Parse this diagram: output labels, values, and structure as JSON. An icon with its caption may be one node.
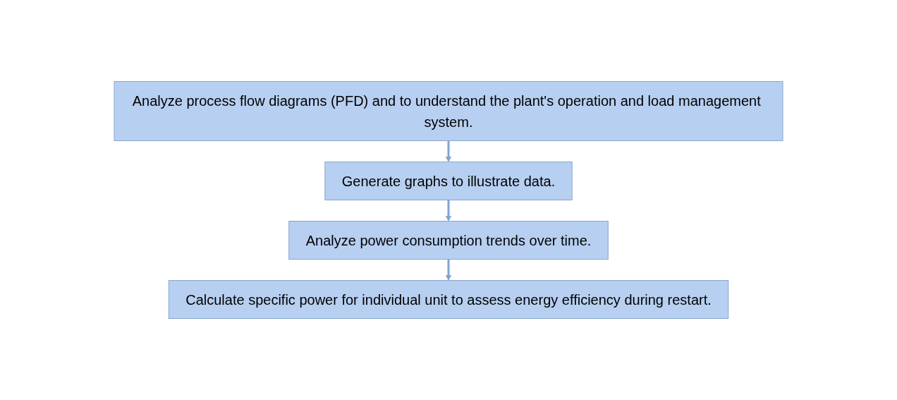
{
  "diagram": {
    "nodes": [
      {
        "text": [
          "Analyze process flow diagrams (PFD) and to understand the plant's operation and load management system."
        ]
      },
      {
        "text": [
          "Generate graphs to illustrate data."
        ]
      },
      {
        "text": [
          "Analyze power consumption trends over time."
        ]
      },
      {
        "text": [
          "Calculate specific power for individual unit to assess energy efficiency during restart."
        ]
      }
    ],
    "edges": [
      {
        "from": 0,
        "to": 1,
        "arrow": "to"
      },
      {
        "from": 1,
        "to": 2,
        "arrow": "to"
      },
      {
        "from": 2,
        "to": 3,
        "arrow": "to"
      }
    ]
  }
}
